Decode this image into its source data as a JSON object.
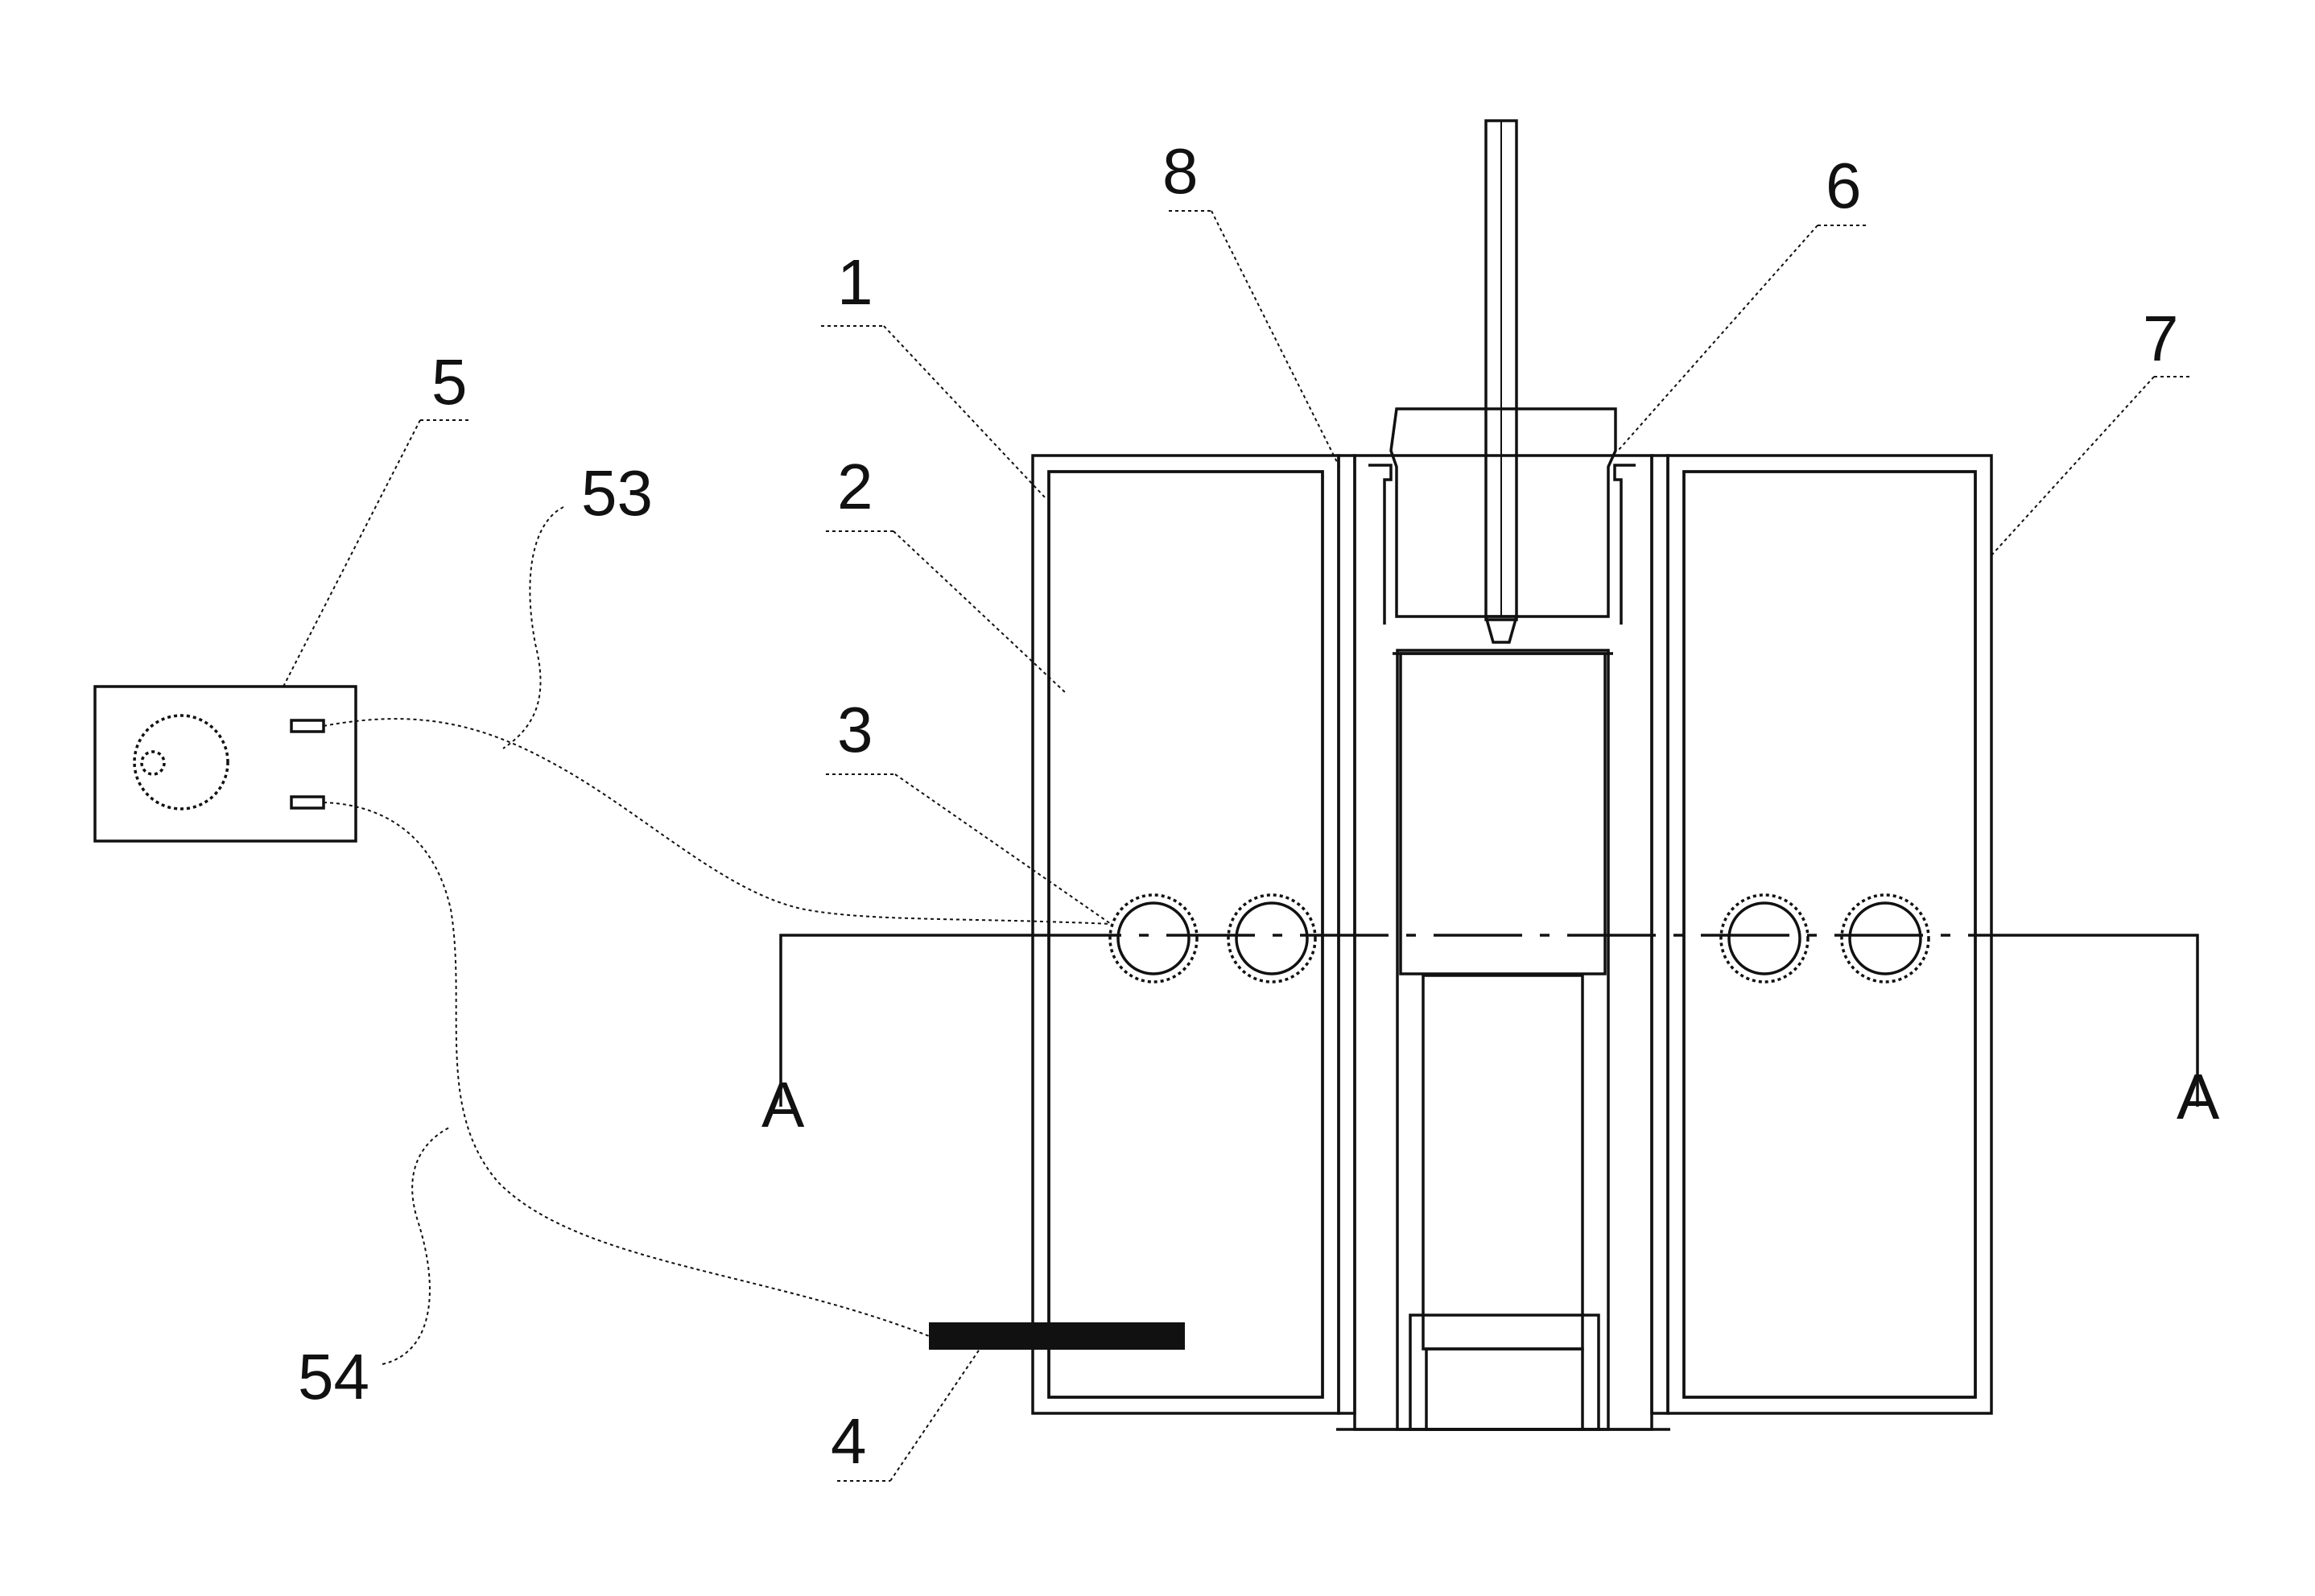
{
  "figure": {
    "callouts": {
      "c1": "1",
      "c2": "2",
      "c3": "3",
      "c4": "4",
      "c5": "5",
      "c6": "6",
      "c7": "7",
      "c8": "8",
      "c53": "53",
      "c54": "54"
    },
    "section_left": "A",
    "section_right": "A"
  },
  "colors": {
    "ink": "#111111",
    "background": "#ffffff"
  },
  "icons": {
    "meter-dial": "circle-with-small-hole",
    "probe-electrode": "black-bar"
  }
}
